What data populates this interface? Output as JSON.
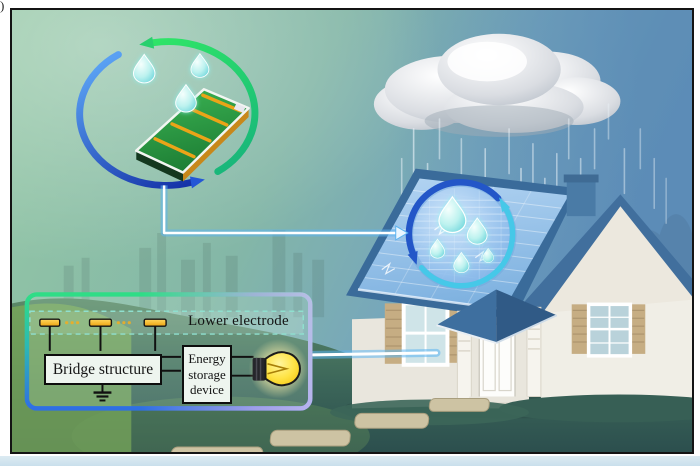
{
  "figure": {
    "corner_label": ")"
  },
  "circuit_diagram": {
    "lower_electrode_label": "Lower electrode",
    "bridge_structure_label": "Bridge structure",
    "energy_storage_label": "Energy storage device",
    "electrode_count": 3
  },
  "icons": {
    "rain_cloud": "rain-cloud-icon",
    "rain_streaks": "rain-streaks-icon",
    "water_droplet": "water-droplet-icon",
    "cycle_arrows": "cycle-arrows-icon",
    "harvester_board": "raindrop-harvester-board-icon",
    "panel_magnifier": "solar-panel-zoom-circle-icon",
    "house": "house-with-solar-roof-icon",
    "light_bulb": "light-bulb-icon",
    "ground_symbol": "electrical-ground-icon",
    "electrode_bar": "electrode-bar-icon",
    "connector_arrow": "flow-arrow-icon"
  },
  "colors": {
    "background_green": "#92c5a5",
    "background_blue": "#6795bf",
    "grass_dark": "#3c6659",
    "grass_bright": "#7fae58",
    "roof_blue": "#416f9d",
    "solar_panel_blue": "#a9cdee",
    "wall_white": "#f0ede5",
    "shutter_tan": "#c6ad83",
    "electrode_orange": "#f2ae1e",
    "bulb_yellow": "#f7d622",
    "cycle_green": "#2ee468",
    "cycle_blue": "#1633a8",
    "panel_border_green": "#2fdd86",
    "panel_border_blue": "#2f6fe4",
    "connector_glow_blue": "#6fbdf2"
  }
}
